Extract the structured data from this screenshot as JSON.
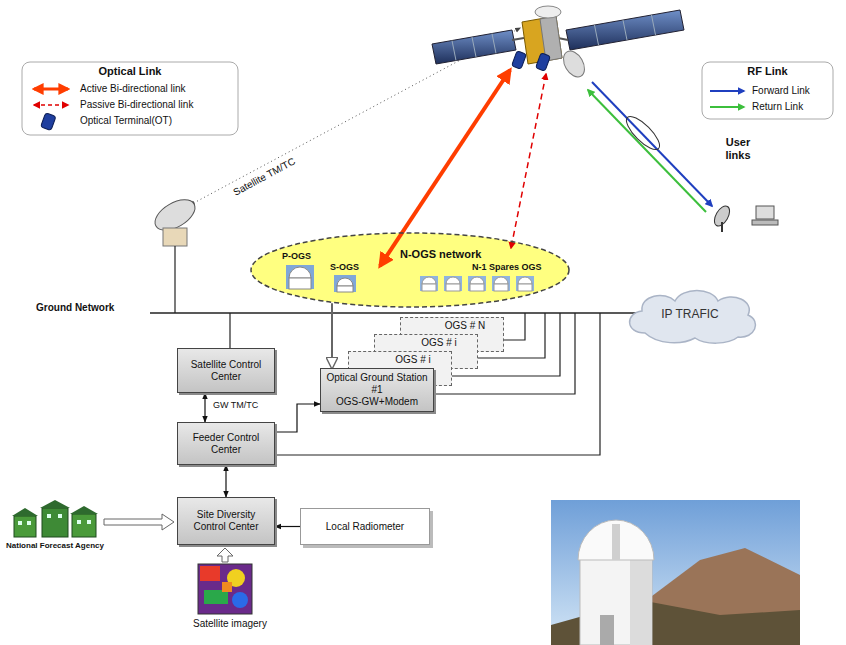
{
  "diagram": {
    "nodes": [
      {
        "text": [
          "N-OGS network"
        ]
      },
      {
        "text": [
          "IP TRAFIC"
        ]
      },
      {
        "text": [
          "OGS # N"
        ]
      },
      {
        "text": [
          "OGS # i"
        ]
      },
      {
        "text": [
          "OGS # i"
        ]
      },
      {
        "text": [
          "Optical Ground Station #1",
          "OGS-GW+Modem"
        ]
      },
      {
        "text": [
          "Satellite Control Center"
        ]
      },
      {
        "text": [
          "Feeder Control Center"
        ]
      },
      {
        "text": [
          "Site Diversity Control Center"
        ]
      },
      {
        "text": [
          "Local Radiometer"
        ]
      }
    ],
    "edges": [
      {
        "from": 6,
        "to": 7,
        "arrow": "both"
      },
      {
        "from": 7,
        "to": 8,
        "arrow": "both"
      },
      {
        "from": 9,
        "to": 8,
        "arrow": "to"
      },
      {
        "from": 7,
        "to": 5,
        "arrow": "to",
        "label": "GW TM/TC"
      },
      {
        "from": 0,
        "to": 5,
        "arrow": "to"
      }
    ],
    "labels": [
      "Optical Link",
      "RF Link",
      "Satellite TM/TC",
      "User links",
      "P-OGS",
      "S-OGS",
      "N-1 Spares OGS",
      "Ground Network",
      "National Forecast Agency",
      "Satellite imagery"
    ],
    "legend": [
      {
        "text": "Active Bi-directional link"
      },
      {
        "text": "Passive Bi-directional link"
      },
      {
        "text": "Optical Terminal(OT)"
      },
      {
        "text": "Forward Link"
      },
      {
        "text": "Return Link"
      }
    ]
  }
}
